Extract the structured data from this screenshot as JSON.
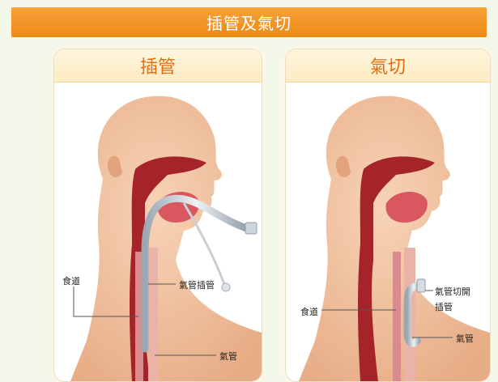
{
  "title": "插管及氣切",
  "left_panel": {
    "title": "插管",
    "labels": {
      "esophagus": "食道",
      "tube": "氣管插管",
      "trachea": "氣管"
    }
  },
  "right_panel": {
    "title": "氣切",
    "labels": {
      "esophagus": "食道",
      "tube_line1": "氣管切開",
      "tube_line2": "插管",
      "trachea": "氣管"
    }
  }
}
